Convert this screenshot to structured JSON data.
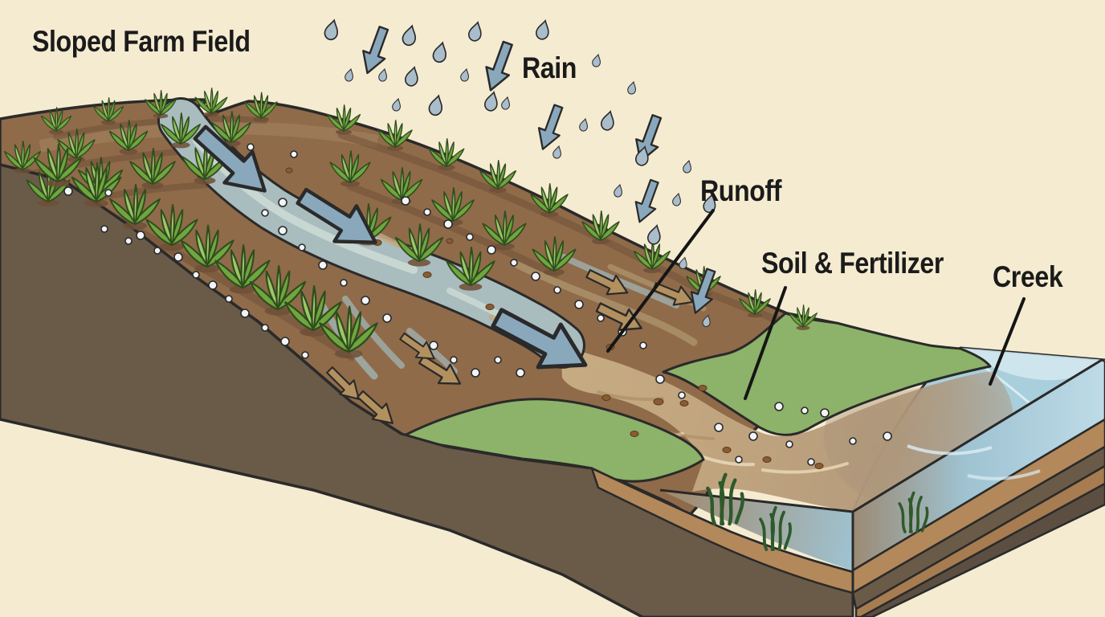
{
  "labels": {
    "sloped_farm_field": "Sloped Farm Field",
    "rain": "Rain",
    "runoff": "Runoff",
    "soil_fertilizer": "Soil & Fertilizer",
    "creek": "Creek"
  },
  "palette": {
    "background": "#f5ebd1",
    "field": "#8f6b4a",
    "wall": "#6a5b48",
    "sediment": "#b3885a",
    "grass": "#8db269",
    "plant": "#6fa63f",
    "stream": "#a9bcbe",
    "water": "#a9cfdc",
    "water_light": "#d2e7f0",
    "murk": "#b09878",
    "plume": "#c2a97f",
    "drop": "#a9bdcb",
    "arrow_blue": "#8aa8bc",
    "arrow_tan": "#b3915f",
    "dot": "#f2f4f7",
    "speck": "#8a5c33",
    "outline": "#2a2a2a",
    "label": "#1b1b1b"
  }
}
